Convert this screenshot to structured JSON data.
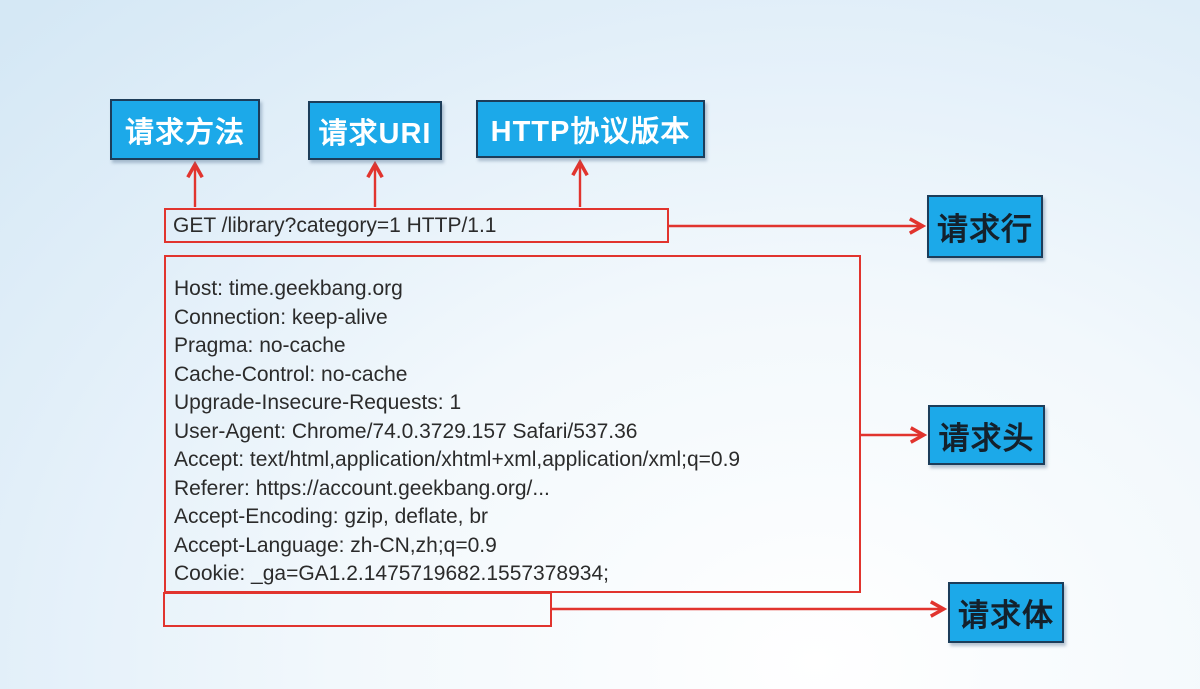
{
  "title": "HTTP request structure diagram",
  "colors": {
    "box_blue": "#1ca9e9",
    "box_border": "#1c3d5a",
    "arrow_red": "#e1342e",
    "text_dark": "#2b2b2b",
    "top_label_text": "#ffffff",
    "side_label_text": "#14212c"
  },
  "top_labels": [
    {
      "id": "request-method",
      "label": "请求方法"
    },
    {
      "id": "request-uri",
      "label": "请求URI"
    },
    {
      "id": "http-version",
      "label": "HTTP协议版本"
    }
  ],
  "request_line": {
    "text": "GET /library?category=1 HTTP/1.1"
  },
  "request_headers": {
    "lines": [
      "Host: time.geekbang.org",
      "Connection: keep-alive",
      "Pragma: no-cache",
      "Cache-Control: no-cache",
      "Upgrade-Insecure-Requests: 1",
      "User-Agent: Chrome/74.0.3729.157 Safari/537.36",
      "Accept: text/html,application/xhtml+xml,application/xml;q=0.9",
      "Referer: https://account.geekbang.org/...",
      "Accept-Encoding: gzip, deflate, br",
      "Accept-Language: zh-CN,zh;q=0.9",
      "Cookie: _ga=GA1.2.1475719682.1557378934;"
    ]
  },
  "request_body": {
    "text": ""
  },
  "side_labels": [
    {
      "id": "request-line",
      "label": "请求行"
    },
    {
      "id": "request-headers",
      "label": "请求头"
    },
    {
      "id": "request-body",
      "label": "请求体"
    }
  ]
}
